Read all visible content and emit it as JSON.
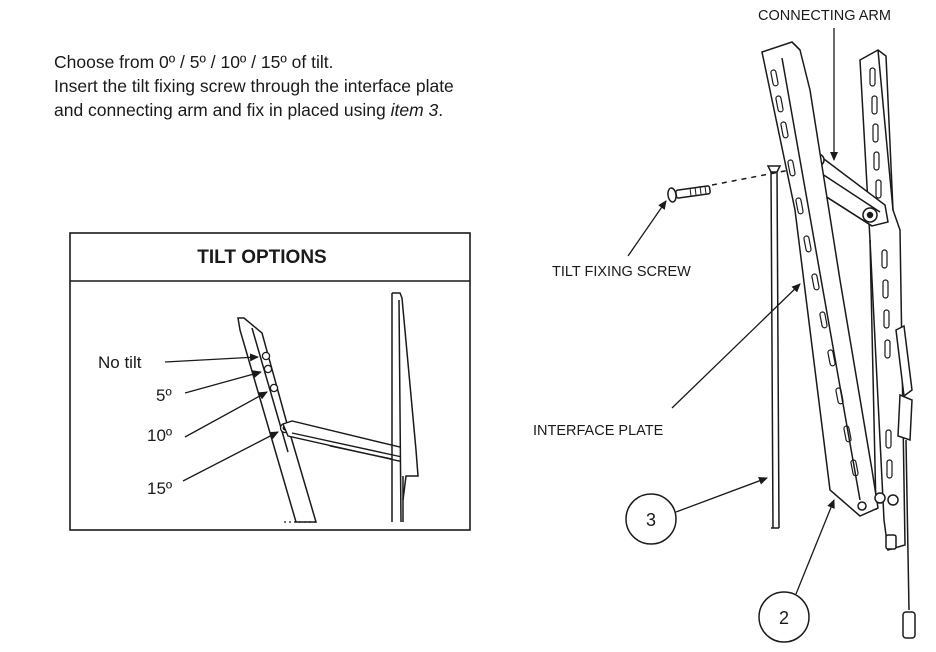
{
  "instructions": {
    "line1": "Choose from 0º / 5º / 10º / 15º of tilt.",
    "line2": "Insert the tilt fixing screw through the interface plate",
    "line3_prefix": "and connecting arm and fix in placed using ",
    "line3_item": "item 3",
    "line3_suffix": "."
  },
  "tilt_options": {
    "title": "TILT OPTIONS",
    "labels": [
      "No tilt",
      "5º",
      "10º",
      "15º"
    ]
  },
  "callouts": {
    "connecting_arm": "CONNECTING ARM",
    "tilt_fixing_screw": "TILT FIXING SCREW",
    "interface_plate": "INTERFACE PLATE",
    "item_3": "3",
    "item_2": "2"
  },
  "colors": {
    "line": "#1a1a1a",
    "background": "#ffffff"
  }
}
